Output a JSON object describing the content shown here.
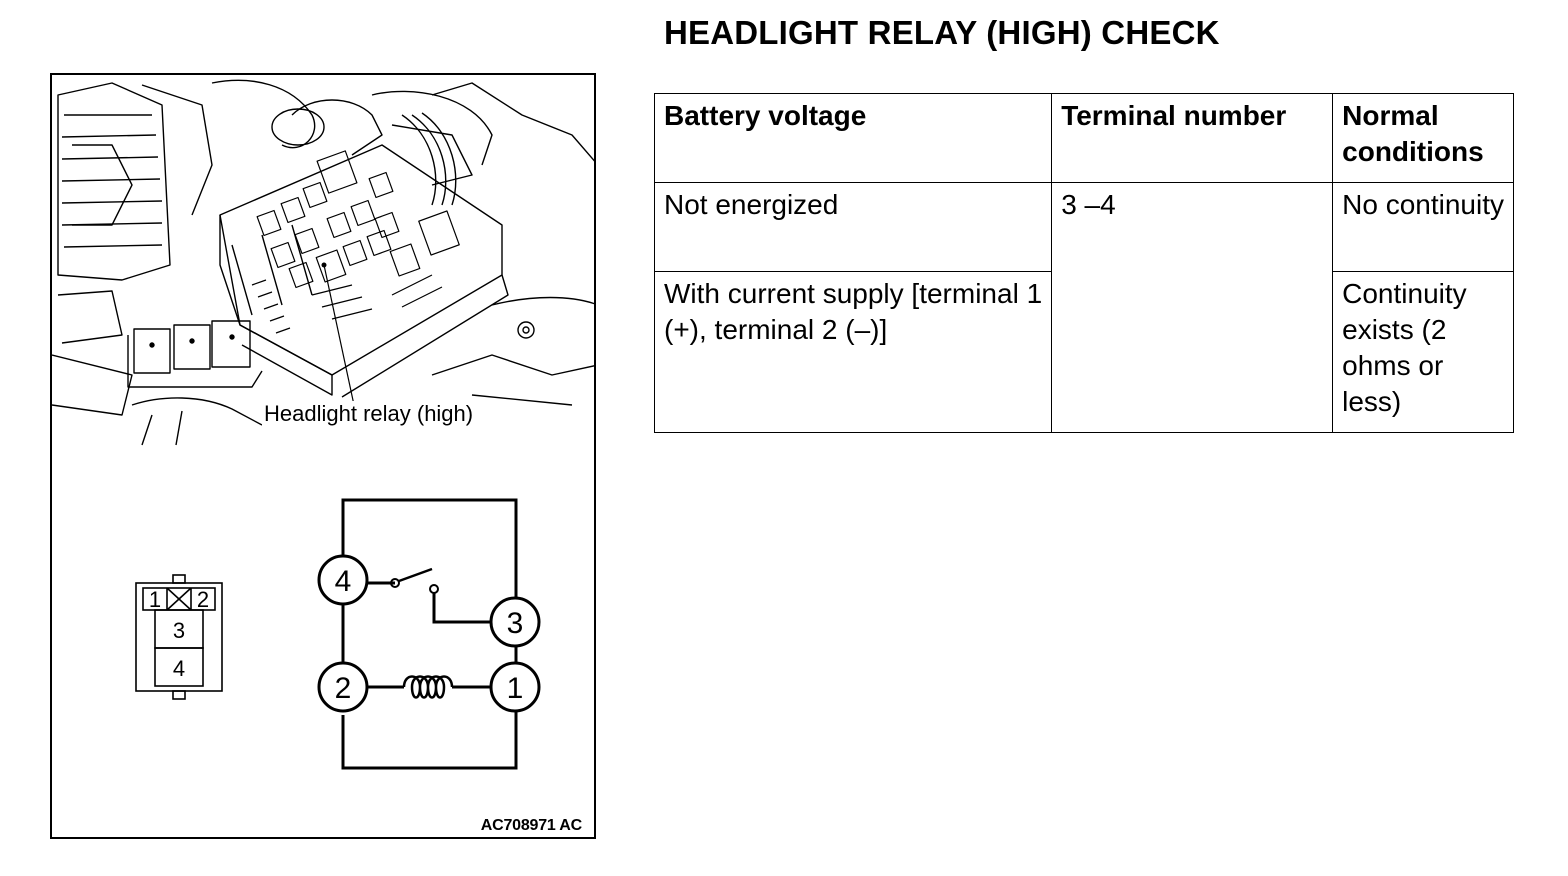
{
  "title": "HEADLIGHT RELAY (HIGH) CHECK",
  "figure": {
    "callout": "Headlight relay (high)",
    "figure_id": "AC708971 AC",
    "connector_terminals": [
      "1",
      "2",
      "3",
      "4"
    ],
    "circuit_terminals": [
      "4",
      "3",
      "2",
      "1"
    ]
  },
  "table": {
    "headers": [
      "Battery voltage",
      "Terminal number",
      "Normal conditions"
    ],
    "rows": [
      {
        "voltage": "Not energized",
        "terminal": "3 –4",
        "condition": "No continuity"
      },
      {
        "voltage": "With current supply [terminal 1 (+), terminal 2 (–)]",
        "condition": "Continuity exists (2 ohms or less)"
      }
    ]
  }
}
